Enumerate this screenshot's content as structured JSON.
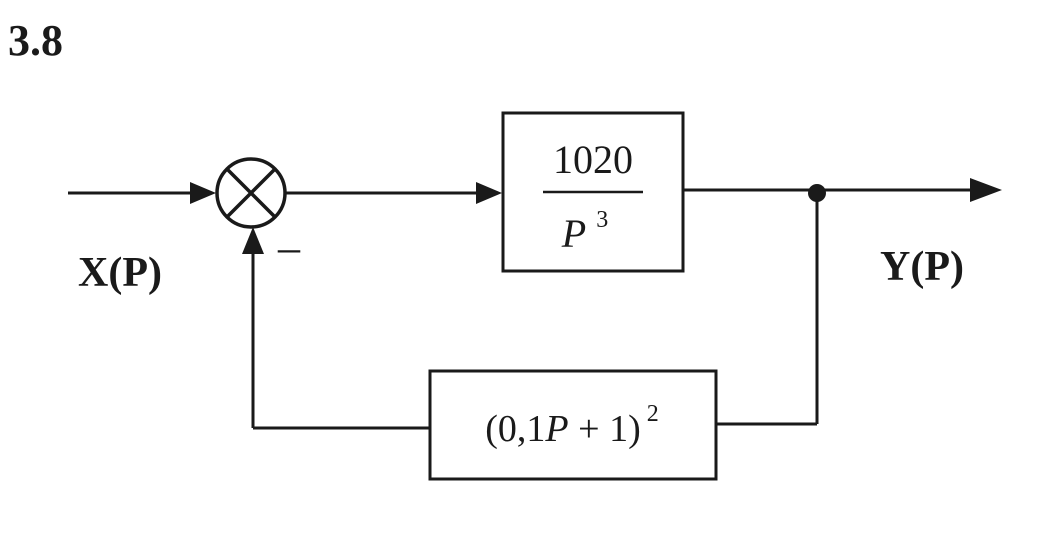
{
  "problem_number": "3.8",
  "input_label": "X(P)",
  "output_label": "Y(P)",
  "feedback_sign": "–",
  "forward_block": {
    "numerator": "1020",
    "denominator_var": "P",
    "denominator_exp": "3"
  },
  "feedback_block": {
    "open": "(0,1",
    "var": "P",
    "close": " + 1)",
    "exp": "2"
  },
  "colors": {
    "line": "#1a1a1a",
    "background": "#ffffff"
  }
}
